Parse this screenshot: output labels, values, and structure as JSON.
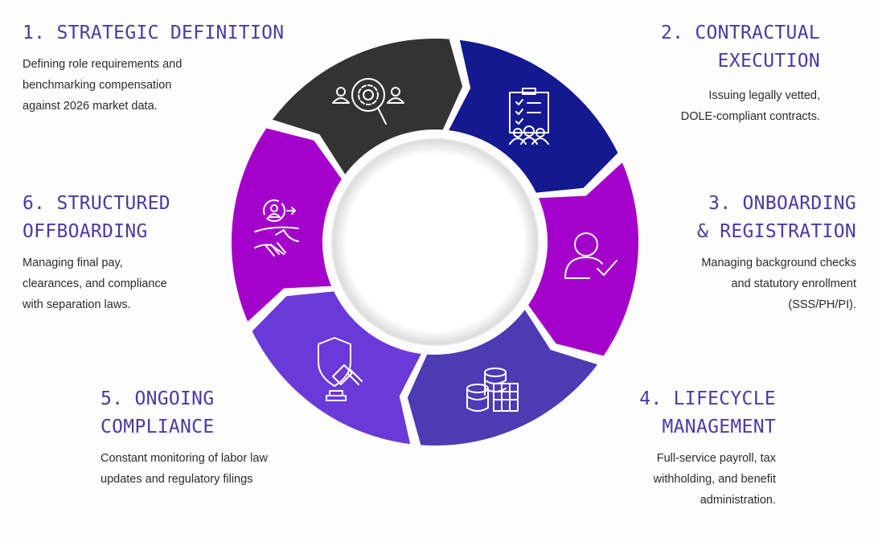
{
  "steps": [
    {
      "title_lines": [
        "1. STRATEGIC DEFINITION"
      ],
      "desc_lines": [
        "Defining role requirements and",
        "benchmarking compensation",
        "against 2026 market data."
      ],
      "color": "#333333",
      "icon": "search-gear-people-icon"
    },
    {
      "title_lines": [
        "2. CONTRACTUAL",
        "EXECUTION"
      ],
      "desc_lines": [
        "Issuing legally vetted,",
        "DOLE-compliant contracts."
      ],
      "color": "#15198f",
      "icon": "clipboard-team-icon"
    },
    {
      "title_lines": [
        "3. ONBOARDING",
        "& REGISTRATION"
      ],
      "desc_lines": [
        "Managing background checks",
        "and statutory enrollment",
        "(SSS/PH/PI)."
      ],
      "color": "#a300c9",
      "icon": "user-check-icon"
    },
    {
      "title_lines": [
        "4. LIFECYCLE",
        "MANAGEMENT"
      ],
      "desc_lines": [
        "Full-service payroll, tax",
        "withholding, and benefit",
        "administration."
      ],
      "color": "#4c3bb3",
      "icon": "coins-calculator-icon"
    },
    {
      "title_lines": [
        "5. ONGOING",
        "COMPLIANCE"
      ],
      "desc_lines": [
        "Constant monitoring of labor law",
        "updates and regulatory filings"
      ],
      "color": "#6a3ad8",
      "icon": "shield-gavel-icon"
    },
    {
      "title_lines": [
        "6. STRUCTURED",
        "OFFBOARDING"
      ],
      "desc_lines": [
        "Managing final pay,",
        "clearances, and compliance",
        "with separation laws."
      ],
      "color": "#a300c9",
      "icon": "handshake-exit-icon"
    }
  ]
}
